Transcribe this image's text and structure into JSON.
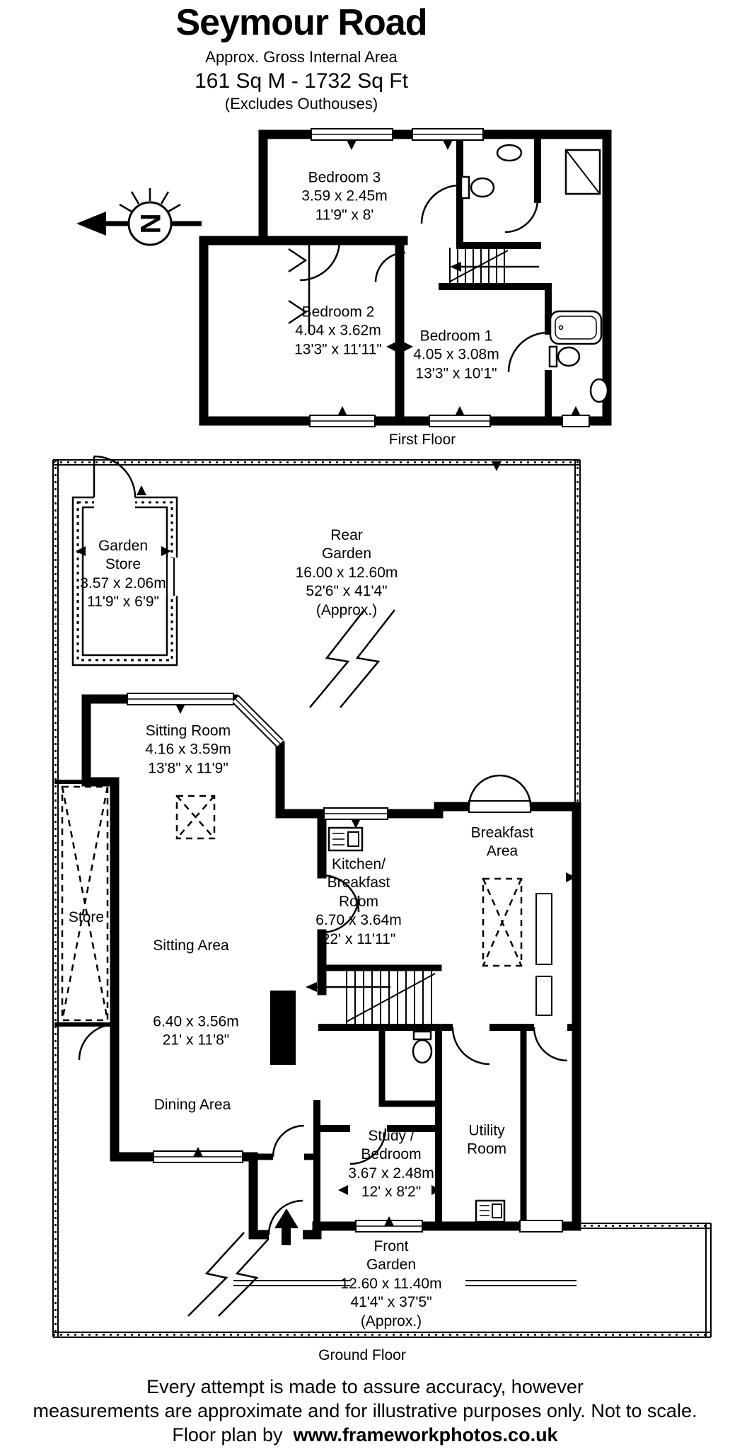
{
  "header": {
    "title": "Seymour Road",
    "subtitle": "Approx. Gross Internal Area",
    "area": "161 Sq M - 1732 Sq Ft",
    "note": "(Excludes Outhouses)"
  },
  "compass": {
    "north_letter": "N"
  },
  "floors": {
    "first": {
      "label": "First Floor"
    },
    "ground": {
      "label": "Ground Floor"
    }
  },
  "rooms": {
    "bedroom3": {
      "name": "Bedroom 3",
      "metric": "3.59 x 2.45m",
      "imperial": "11'9\" x 8'"
    },
    "bedroom2": {
      "name": "Bedroom 2",
      "metric": "4.04 x 3.62m",
      "imperial": "13'3\" x 11'11\""
    },
    "bedroom1": {
      "name": "Bedroom 1",
      "metric": "4.05 x 3.08m",
      "imperial": "13'3\" x 10'1\""
    },
    "garden_store": {
      "name": "Garden Store",
      "metric": "3.57 x 2.06m",
      "imperial": "11'9\" x 6'9\""
    },
    "rear_garden": {
      "name": "Rear Garden",
      "metric": "16.00 x 12.60m",
      "imperial": "52'6\" x 41'4\"",
      "approx": "(Approx.)"
    },
    "sitting_room": {
      "name": "Sitting Room",
      "metric": "4.16 x 3.59m",
      "imperial": "13'8\" x 11'9\""
    },
    "store": {
      "name": "Store"
    },
    "sitting_area": {
      "name": "Sitting Area"
    },
    "open_plan": {
      "metric": "6.40 x 3.56m",
      "imperial": "21' x 11'8\""
    },
    "dining_area": {
      "name": "Dining Area"
    },
    "kitchen": {
      "name": "Kitchen/ Breakfast Room",
      "metric": "6.70 x 3.64m",
      "imperial": "22' x 11'11\""
    },
    "breakfast_area": {
      "name": "Breakfast Area"
    },
    "study": {
      "name": "Study / Bedroom",
      "metric": "3.67 x 2.48m",
      "imperial": "12' x 8'2\""
    },
    "utility": {
      "name": "Utility Room"
    },
    "front_garden": {
      "name": "Front Garden",
      "metric": "12.60 x 11.40m",
      "imperial": "41'4\" x 37'5\"",
      "approx": "(Approx.)"
    }
  },
  "footer": {
    "disclaimer_line1": "Every attempt is made to assure accuracy, however",
    "disclaimer_line2": "measurements are approximate and for illustrative purposes only. Not to scale.",
    "credit_prefix": "Floor plan by",
    "credit_site": "www.frameworkphotos.co.uk"
  },
  "colors": {
    "ink": "#000000",
    "paper": "#ffffff"
  }
}
